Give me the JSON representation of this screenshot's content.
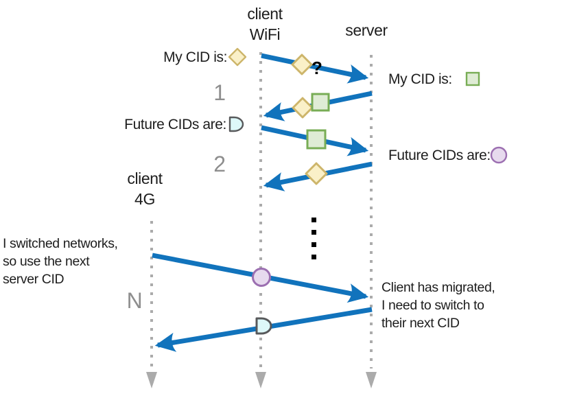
{
  "diagram_type": "sequence-diagram",
  "lifelines": [
    {
      "id": "client-wifi",
      "label": [
        "client",
        "WiFi"
      ]
    },
    {
      "id": "server",
      "label": [
        "server"
      ]
    },
    {
      "id": "client-4g",
      "label": [
        "client",
        "4G"
      ]
    }
  ],
  "labels": {
    "client_my_cid": "My CID is:",
    "client_future_cids": "Future CIDs are:",
    "server_my_cid": "My CID is:",
    "server_future_cids": "Future CIDs are:"
  },
  "steps": [
    "1",
    "2",
    "N"
  ],
  "annotations": {
    "question_mark": "?",
    "client_note": [
      "I switched networks,",
      "so use the next",
      "server CID"
    ],
    "server_note": [
      "Client has migrated,",
      "I need to switch to",
      "their next CID"
    ]
  },
  "tokens": {
    "client_wifi_cid": {
      "shape": "diamond",
      "fill": "#faf0c8",
      "stroke": "#cdb56a"
    },
    "server_cid": {
      "shape": "square",
      "fill": "#dfecd5",
      "stroke": "#78ad55"
    },
    "server_future_cid": {
      "shape": "circle",
      "fill": "#e7daee",
      "stroke": "#9c6fb1"
    },
    "client_future_cid": {
      "shape": "half-disc",
      "fill": "#ddf8f9",
      "stroke": "#58595b"
    }
  },
  "messages": [
    {
      "step": "1",
      "from": "client-wifi",
      "to": "server",
      "tokens": [
        "client_wifi_cid"
      ],
      "annotation": "?"
    },
    {
      "step": "1",
      "from": "server",
      "to": "client-wifi",
      "tokens": [
        "client_wifi_cid",
        "server_cid"
      ]
    },
    {
      "step": "2",
      "from": "client-wifi",
      "to": "server",
      "tokens": [
        "server_cid"
      ]
    },
    {
      "step": "2",
      "from": "server",
      "to": "client-wifi",
      "tokens": [
        "client_wifi_cid"
      ]
    },
    {
      "step": "N",
      "from": "client-4g",
      "to": "server",
      "tokens": [
        "server_future_cid"
      ]
    },
    {
      "step": "N",
      "from": "server",
      "to": "client-4g",
      "tokens": [
        "client_future_cid"
      ]
    }
  ],
  "colors": {
    "arrow": "#1173bc",
    "lifeline": "#ababab",
    "step": "#8e8e8e",
    "text": "#1d1d1d",
    "ellipsis": "#000000",
    "diamond_fill": "#faf0c8",
    "diamond_stroke": "#cdb56a",
    "square_fill": "#dfecd5",
    "square_stroke": "#78ad55",
    "circle_fill": "#e7daee",
    "circle_stroke": "#9c6fb1",
    "halfdisc_fill": "#ddf8f9",
    "halfdisc_stroke": "#58595b"
  }
}
